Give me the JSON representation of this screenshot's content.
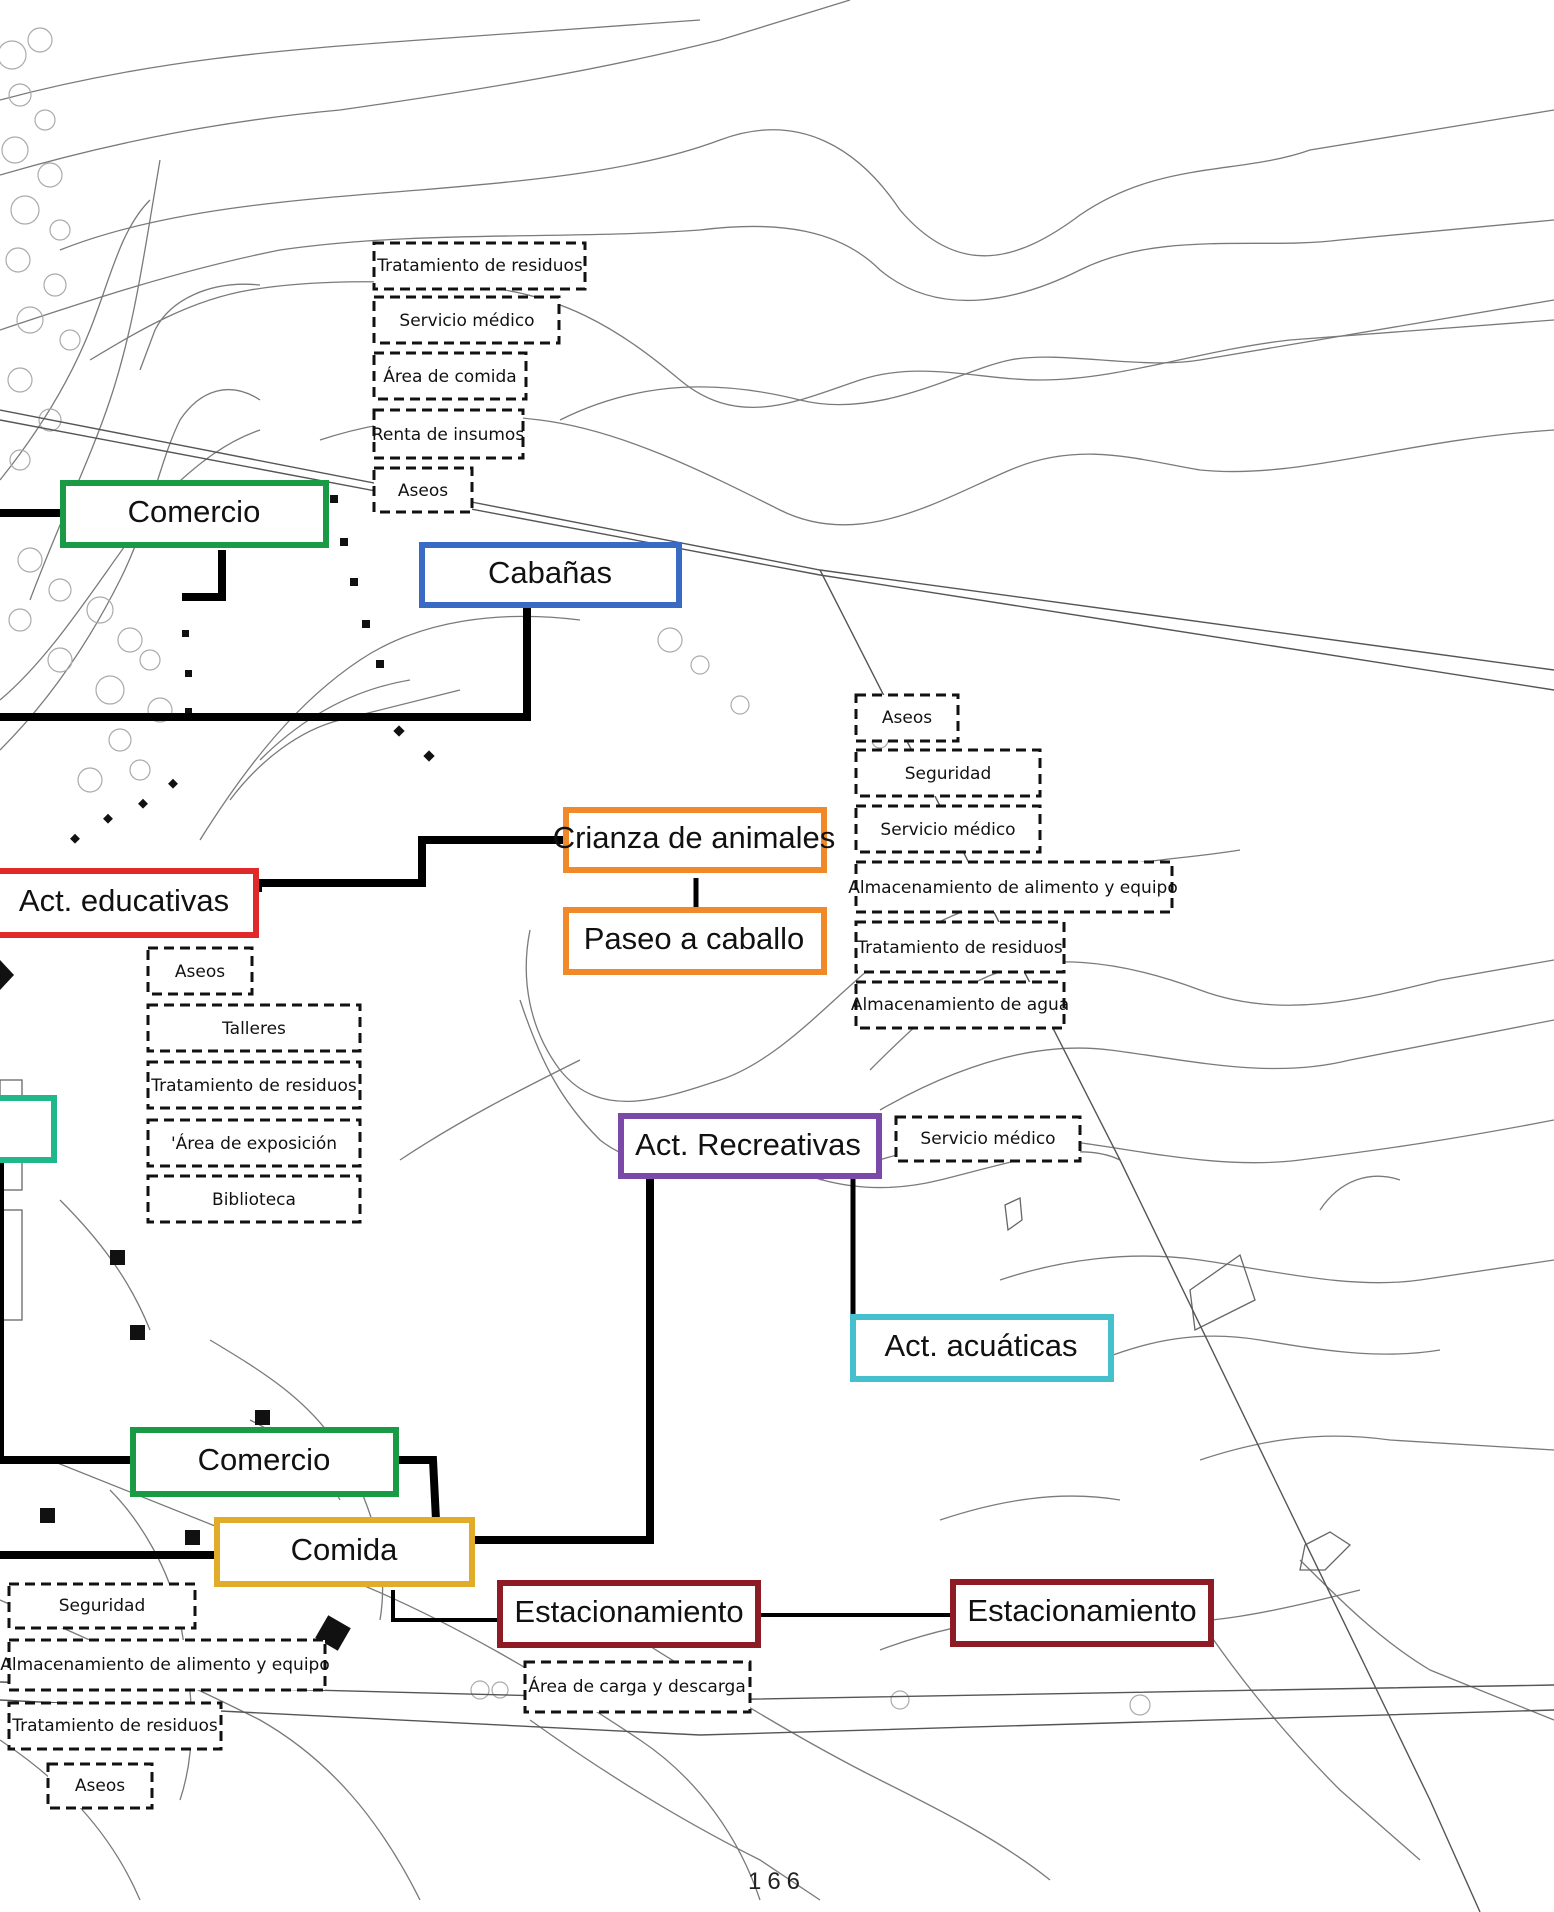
{
  "zones": {
    "comercio_top": "Comercio",
    "cabanas": "Cabañas",
    "crianza": "Crianza de animales",
    "paseo": "Paseo a caballo",
    "educativas": "Act. educativas",
    "recreativas": "Act. Recreativas",
    "acuaticas": "Act. acuáticas",
    "comercio_bottom": "Comercio",
    "comida": "Comida",
    "estacionamiento_1": "Estacionamiento",
    "estacionamiento_2": "Estacionamiento"
  },
  "services": {
    "cabanas_group": [
      "Tratamiento de residuos",
      "Servicio médico",
      "Área de comida",
      "Renta de insumos",
      "Aseos"
    ],
    "crianza_group": [
      "Aseos",
      "Seguridad",
      "Servicio médico",
      "Almacenamiento de alimento y equipo",
      "Tratamiento de residuos",
      "Almacenamiento de agua"
    ],
    "educativas_group": [
      "Aseos",
      "Talleres",
      "Tratamiento de residuos",
      "'Área de exposición",
      "Biblioteca"
    ],
    "recreativas_group": [
      "Servicio médico"
    ],
    "comida_group": [
      "Seguridad",
      "Almacenamiento de alimento y equipo",
      "Tratamiento de residuos",
      "Aseos"
    ],
    "estacionamiento_group": [
      "Área de carga y descarga"
    ]
  },
  "zone_colors": {
    "comercio": "#1a9a45",
    "cabanas": "#3a6bc4",
    "crianza": "#f0892a",
    "educativas": "#e02a2a",
    "recreativas": "#7b4aa8",
    "acuaticas": "#45c0cc",
    "comida": "#e0ac2a",
    "estacionamiento": "#8e1c26",
    "teal_edge": "#20b88a"
  },
  "page_number": "166"
}
